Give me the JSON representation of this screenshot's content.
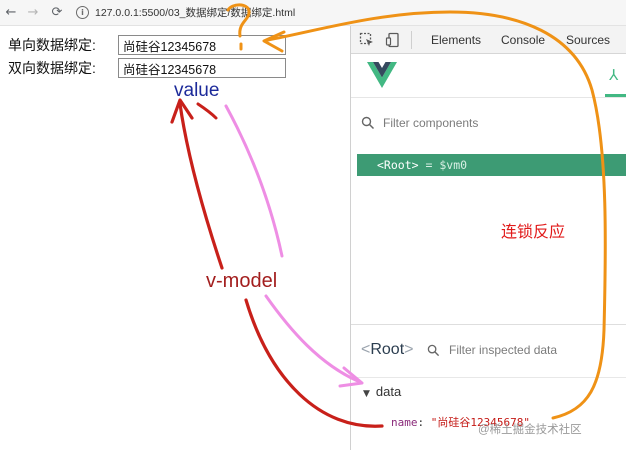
{
  "browser": {
    "back_icon": "arrow-left",
    "forward_icon": "arrow-right",
    "reload_icon": "reload",
    "info_icon": "info",
    "url": "127.0.0.1:5500/03_数据绑定/数据绑定.html"
  },
  "form": {
    "one_way_label": "单向数据绑定:",
    "one_way_value": "尚硅谷12345678",
    "two_way_label": "双向数据绑定:",
    "two_way_value": "尚硅谷12345678"
  },
  "devtools": {
    "tabs": [
      "Elements",
      "Console",
      "Sources"
    ],
    "vue": {
      "filter_placeholder": "Filter components",
      "root_node": {
        "tag": "<Root>",
        "eq": "=",
        "ref": "$vm0"
      },
      "inspector": {
        "root_label": "Root",
        "filter_placeholder": "Filter inspected data",
        "section": "data",
        "prop_key": "name",
        "prop_value": "\"尚硅谷12345678\""
      }
    }
  },
  "annotations": {
    "value_label": "value",
    "vmodel_label": "v-model",
    "chain_label": "连锁反应",
    "question_mark": "?",
    "colors": {
      "red": "#c8201a",
      "pink": "#ee8ee4",
      "orange": "#ef9216",
      "blue": "#1c2a9a"
    }
  },
  "watermark": "@稀土掘金技术社区",
  "colors": {
    "vue_green": "#42b883",
    "selected_node": "#3d9b74"
  }
}
